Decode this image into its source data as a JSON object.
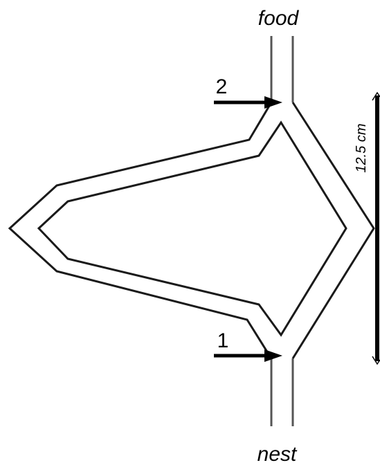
{
  "labels": {
    "top_end": "food",
    "bottom_end": "nest",
    "arrow_upper": "2",
    "arrow_lower": "1",
    "scale": "12.5 cm"
  },
  "colors": {
    "stroke": "#1a1a1a",
    "stem": "#555555",
    "background": "#ffffff"
  }
}
